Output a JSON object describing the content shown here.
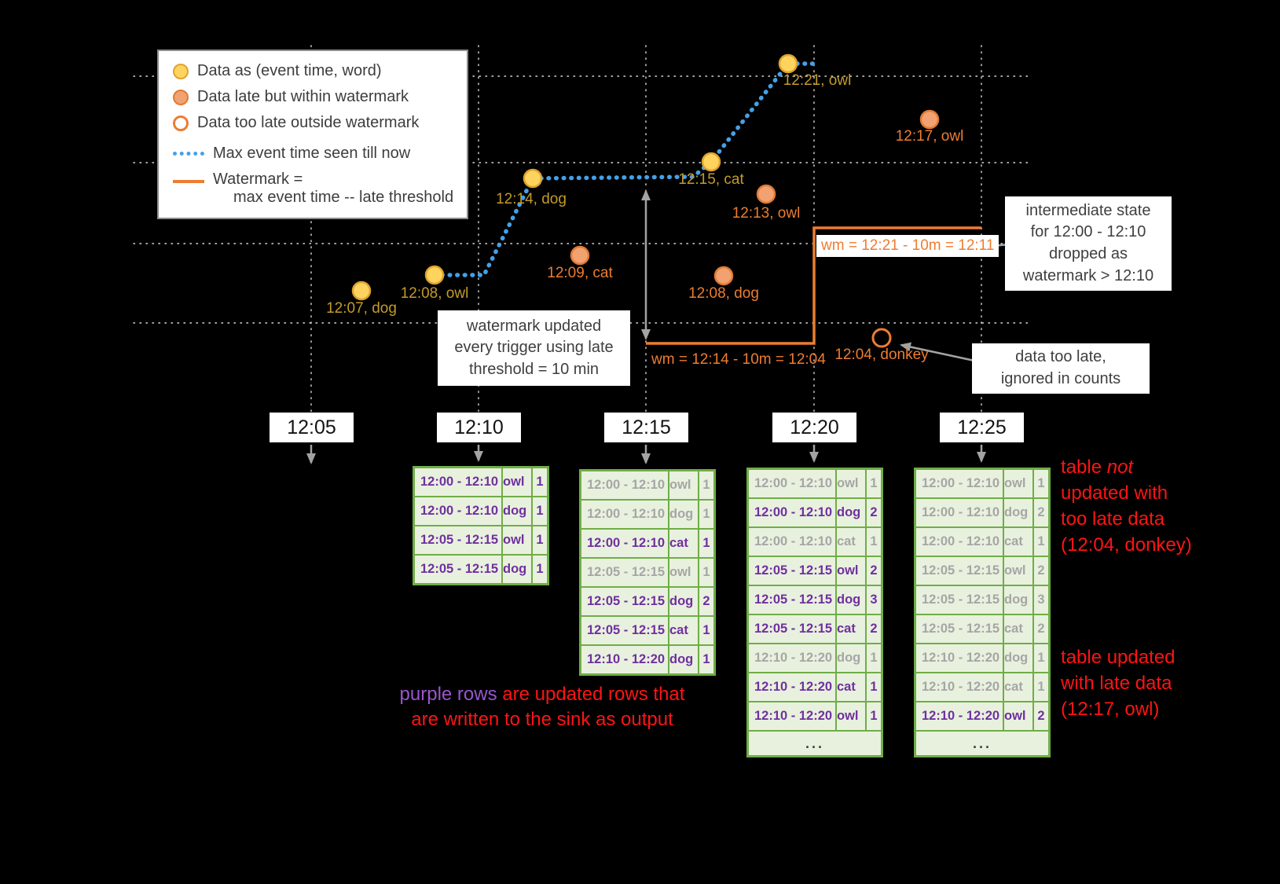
{
  "legend": {
    "items": [
      {
        "label": "Data as (event time, word)"
      },
      {
        "label": "Data late but within watermark"
      },
      {
        "label": "Data too late outside watermark"
      },
      {
        "label": "Max event time seen till now"
      },
      {
        "label": "Watermark =",
        "label2": "max event time -- late threshold"
      }
    ]
  },
  "points": [
    {
      "label": "12:07, dog",
      "kind": "on-time"
    },
    {
      "label": "12:08, owl",
      "kind": "on-time"
    },
    {
      "label": "12:14, dog",
      "kind": "on-time"
    },
    {
      "label": "12:15, cat",
      "kind": "on-time"
    },
    {
      "label": "12:21, owl",
      "kind": "on-time"
    },
    {
      "label": "12:09, cat",
      "kind": "late-within-watermark"
    },
    {
      "label": "12:13, owl",
      "kind": "late-within-watermark"
    },
    {
      "label": "12:08, dog",
      "kind": "late-within-watermark"
    },
    {
      "label": "12:17, owl",
      "kind": "late-within-watermark"
    },
    {
      "label": "12:04, donkey",
      "kind": "too-late"
    }
  ],
  "watermark": {
    "wm1": "wm = 12:14 - 10m = 12:04",
    "wm2": "wm = 12:21 - 10m = 12:11"
  },
  "notes": {
    "trigger": [
      "watermark updated",
      "every trigger using late",
      "threshold = 10 min"
    ],
    "dropped": [
      "intermediate state",
      "for 12:00 - 12:10",
      "dropped as",
      "watermark > 12:10"
    ],
    "too_late": [
      "data too late,",
      "ignored in counts"
    ],
    "not_updated": {
      "pre": "table ",
      "em": "not",
      "lines": [
        "updated with",
        "too late data",
        "(12:04, donkey)"
      ]
    },
    "updated": [
      "table updated",
      "with late data",
      "(12:17, owl)"
    ],
    "purple": {
      "highlight": "purple rows",
      "line1_rest": " are updated rows that",
      "line2": "are written to the sink as output"
    }
  },
  "timeline": [
    "12:05",
    "12:10",
    "12:15",
    "12:20",
    "12:25"
  ],
  "ellipsis": "...",
  "tables": [
    {
      "trigger": "12:10",
      "rows": [
        {
          "window": "12:00 - 12:10",
          "word": "owl",
          "count": "1",
          "updated": true
        },
        {
          "window": "12:00 - 12:10",
          "word": "dog",
          "count": "1",
          "updated": true
        },
        {
          "window": "12:05 - 12:15",
          "word": "owl",
          "count": "1",
          "updated": true
        },
        {
          "window": "12:05 - 12:15",
          "word": "dog",
          "count": "1",
          "updated": true
        }
      ],
      "ellipsis": false
    },
    {
      "trigger": "12:15",
      "rows": [
        {
          "window": "12:00 - 12:10",
          "word": "owl",
          "count": "1",
          "updated": false
        },
        {
          "window": "12:00 - 12:10",
          "word": "dog",
          "count": "1",
          "updated": false
        },
        {
          "window": "12:00 - 12:10",
          "word": "cat",
          "count": "1",
          "updated": true
        },
        {
          "window": "12:05 - 12:15",
          "word": "owl",
          "count": "1",
          "updated": false
        },
        {
          "window": "12:05 - 12:15",
          "word": "dog",
          "count": "2",
          "updated": true
        },
        {
          "window": "12:05 - 12:15",
          "word": "cat",
          "count": "1",
          "updated": true
        },
        {
          "window": "12:10 - 12:20",
          "word": "dog",
          "count": "1",
          "updated": true
        }
      ],
      "ellipsis": false
    },
    {
      "trigger": "12:20",
      "rows": [
        {
          "window": "12:00 - 12:10",
          "word": "owl",
          "count": "1",
          "updated": false
        },
        {
          "window": "12:00 - 12:10",
          "word": "dog",
          "count": "2",
          "updated": true
        },
        {
          "window": "12:00 - 12:10",
          "word": "cat",
          "count": "1",
          "updated": false
        },
        {
          "window": "12:05 - 12:15",
          "word": "owl",
          "count": "2",
          "updated": true
        },
        {
          "window": "12:05 - 12:15",
          "word": "dog",
          "count": "3",
          "updated": true
        },
        {
          "window": "12:05 - 12:15",
          "word": "cat",
          "count": "2",
          "updated": true
        },
        {
          "window": "12:10 - 12:20",
          "word": "dog",
          "count": "1",
          "updated": false
        },
        {
          "window": "12:10 - 12:20",
          "word": "cat",
          "count": "1",
          "updated": true
        },
        {
          "window": "12:10 - 12:20",
          "word": "owl",
          "count": "1",
          "updated": true
        }
      ],
      "ellipsis": true
    },
    {
      "trigger": "12:25",
      "rows": [
        {
          "window": "12:00 - 12:10",
          "word": "owl",
          "count": "1",
          "updated": false
        },
        {
          "window": "12:00 - 12:10",
          "word": "dog",
          "count": "2",
          "updated": false
        },
        {
          "window": "12:00 - 12:10",
          "word": "cat",
          "count": "1",
          "updated": false
        },
        {
          "window": "12:05 - 12:15",
          "word": "owl",
          "count": "2",
          "updated": false
        },
        {
          "window": "12:05 - 12:15",
          "word": "dog",
          "count": "3",
          "updated": false
        },
        {
          "window": "12:05 - 12:15",
          "word": "cat",
          "count": "2",
          "updated": false
        },
        {
          "window": "12:10 - 12:20",
          "word": "dog",
          "count": "1",
          "updated": false
        },
        {
          "window": "12:10 - 12:20",
          "word": "cat",
          "count": "1",
          "updated": false
        },
        {
          "window": "12:10 - 12:20",
          "word": "owl",
          "count": "2",
          "updated": true
        }
      ],
      "ellipsis": true
    }
  ],
  "colors": {
    "on_time": "#FFD45E",
    "late_within": "#F2A170",
    "too_late_stroke": "#ED7D31",
    "max_event_line": "#44A1E8",
    "watermark_line": "#ED7D31",
    "table_border": "#70AD47",
    "updated_row_text": "#7030A0",
    "red_note": "#ff1414"
  }
}
